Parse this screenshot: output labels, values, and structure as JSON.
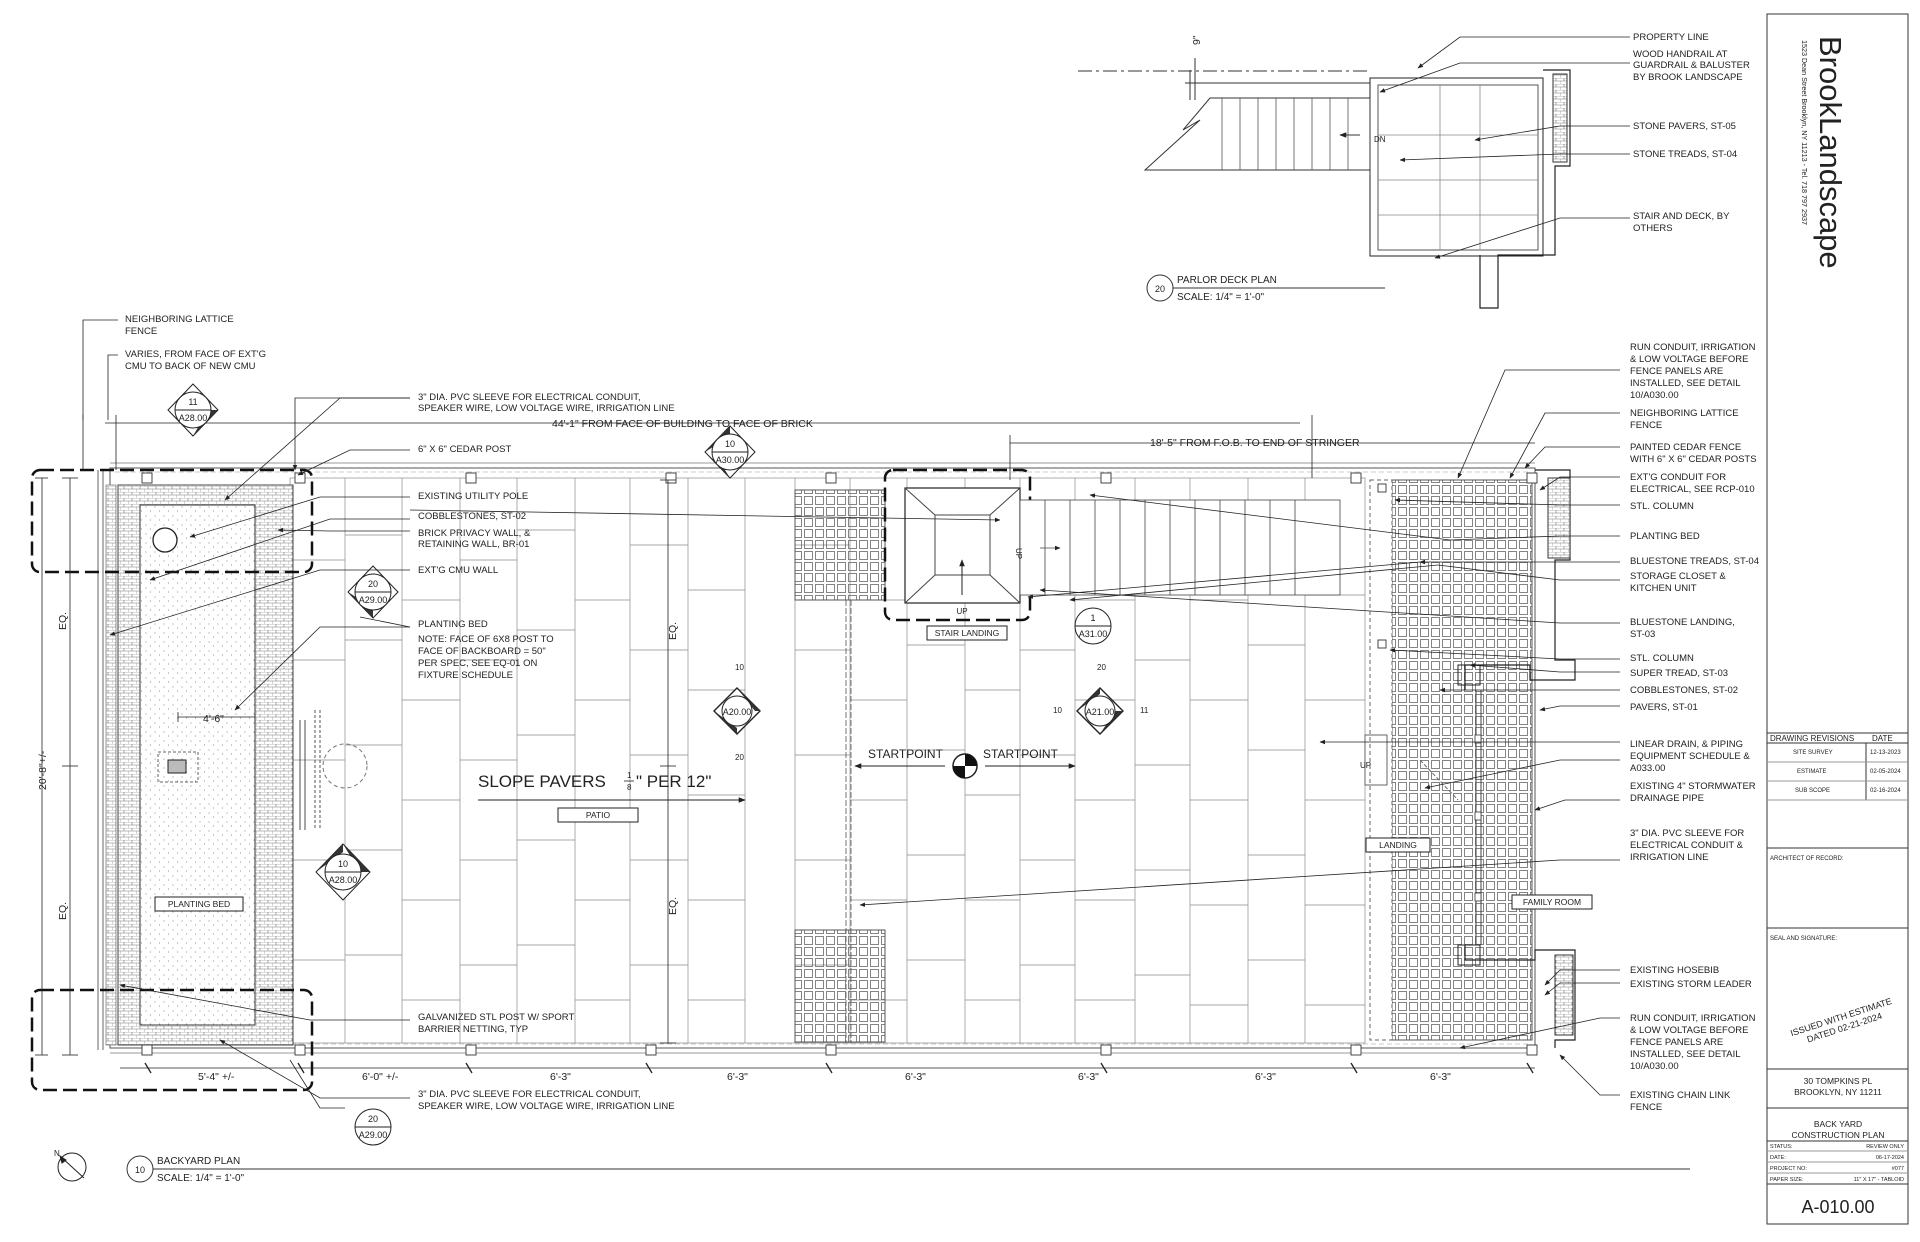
{
  "title_block": {
    "company": "BrookLandscape",
    "address": "1523 Dean Street Brooklyn, NY 11213 - Tel. 718 797 2937",
    "revisions_header": "DRAWING REVISIONS",
    "revisions_date_header": "DATE",
    "revisions": [
      {
        "name": "SITE SURVEY",
        "date": "12-13-2023"
      },
      {
        "name": "ESTIMATE",
        "date": "02-05-2024"
      },
      {
        "name": "SUB SCOPE",
        "date": "02-16-2024"
      }
    ],
    "architect_label": "ARCHITECT OF RECORD:",
    "seal_label": "SEAL AND SIGNATURE:",
    "stamp_line1": "ISSUED WITH ESTIMATE",
    "stamp_line2": "DATED 02-21-2024",
    "project_address_1": "30 TOMPKINS PL",
    "project_address_2": "BROOKLYN, NY 11211",
    "sheet_title_1": "BACK YARD",
    "sheet_title_2": "CONSTRUCTION PLAN",
    "status_label": "STATUS:",
    "status_value": "REVIEW ONLY",
    "date_label": "DATE:",
    "date_value": "06-17-2024",
    "project_no_label": "PROJECT NO:",
    "project_no_value": "#077",
    "paper_size_label": "PAPER SIZE:",
    "paper_size_value": "11\" X 17\" - TABLOID",
    "sheet_number": "A-010.00"
  },
  "parlor": {
    "title": "PARLOR DECK PLAN",
    "scale": "SCALE:  1/4\" = 1'-0\"",
    "number": "20",
    "dim": "9\"",
    "dn": "DN",
    "callouts": [
      "PROPERTY LINE",
      "WOOD HANDRAIL AT",
      "GUARDRAIL & BALUSTER",
      "BY BROOK LANDSCAPE",
      "STONE PAVERS, ST-05",
      "STONE TREADS, ST-04",
      "STAIR AND DECK, BY",
      "OTHERS"
    ]
  },
  "plan": {
    "title": "BACKYARD PLAN",
    "scale": "SCALE:  1/4\" = 1'-0\"",
    "number": "10",
    "slope_main": "SLOPE PAVERS ",
    "slope_frac_num": "1",
    "slope_frac_den": "8",
    "slope_tail": "\" PER 12\"",
    "patio": "PATIO",
    "planting_bed": "PLANTING BED",
    "stair_landing": "STAIR LANDING",
    "landing": "LANDING",
    "family_room": "FAMILY ROOM",
    "startpoint": "STARTPOINT",
    "up": "UP",
    "eq": "EQ.",
    "dim_overall": "44'-1\" FROM FACE OF BUILDING TO FACE OF BRICK",
    "dim_stringer": "18'-5\" FROM F.O.B. TO END OF STRINGER",
    "dim_height": "20'-8\"+/-",
    "dim_bed": "4'-6\"",
    "dims_bottom": [
      "5'-4\" +/-",
      "6'-0\" +/-",
      "6'-3\"",
      "6'-3\"",
      "6'-3\"",
      "6'-3\"",
      "6'-3\"",
      "6'-3\""
    ],
    "left_callouts": [
      "NEIGHBORING LATTICE",
      "FENCE",
      "VARIES, FROM FACE OF EXT'G",
      "CMU TO BACK OF NEW CMU",
      "3\" DIA. PVC SLEEVE FOR ELECTRICAL CONDUIT,",
      "SPEAKER WIRE, LOW VOLTAGE WIRE, IRRIGATION LINE",
      "6\" X 6\" CEDAR POST",
      "EXISTING UTILITY POLE",
      "COBBLESTONES, ST-02",
      "BRICK PRIVACY WALL, &",
      "RETAINING WALL, BR-01",
      "EXT'G CMU WALL",
      "PLANTING BED",
      "NOTE: FACE OF 6X8 POST TO",
      "FACE OF BACKBOARD = 50\"",
      "PER SPEC, SEE EQ-01 ON",
      "FIXTURE SCHEDULE",
      "GALVANIZED STL POST W/ SPORT",
      "BARRIER NETTING, TYP",
      "3\" DIA. PVC SLEEVE FOR ELECTRICAL CONDUIT,",
      "SPEAKER WIRE, LOW VOLTAGE WIRE, IRRIGATION LINE"
    ],
    "right_callouts": [
      "RUN CONDUIT, IRRIGATION",
      "& LOW VOLTAGE BEFORE",
      "FENCE PANELS ARE",
      "INSTALLED, SEE DETAIL",
      "10/A030.00",
      "NEIGHBORING LATTICE",
      "FENCE",
      "PAINTED CEDAR FENCE",
      "WITH 6\" X 6\" CEDAR POSTS",
      "EXT'G CONDUIT FOR",
      "ELECTRICAL, SEE RCP-010",
      "STL. COLUMN",
      "PLANTING BED",
      "BLUESTONE TREADS, ST-04",
      "STORAGE CLOSET &",
      "KITCHEN UNIT",
      "BLUESTONE LANDING,",
      "ST-03",
      "STL. COLUMN",
      "SUPER TREAD, ST-03",
      "COBBLESTONES, ST-02",
      "PAVERS, ST-01",
      "LINEAR DRAIN, & PIPING",
      "EQUIPMENT SCHEDULE &",
      "A033.00",
      "EXISTING 4\" STORMWATER",
      "DRAINAGE PIPE",
      "3\" DIA. PVC SLEEVE FOR",
      "ELECTRICAL CONDUIT &",
      "IRRIGATION LINE",
      "EXISTING HOSEBIB",
      "EXISTING STORM LEADER",
      "RUN CONDUIT, IRRIGATION",
      "& LOW VOLTAGE BEFORE",
      "FENCE PANELS ARE",
      "INSTALLED, SEE DETAIL",
      "10/A030.00",
      "EXISTING CHAIN LINK",
      "FENCE"
    ],
    "section_tags": [
      {
        "num": "11",
        "sheet": "A28.00"
      },
      {
        "num": "10",
        "sheet": "A30.00"
      },
      {
        "num": "20",
        "sheet": "A29.00"
      },
      {
        "num": "1",
        "sheet": "A31.00"
      },
      {
        "num": "10",
        "sheet": "A28.00"
      },
      {
        "num": "20",
        "sheet": "A29.00"
      }
    ],
    "elev_a20": {
      "sheet": "A20.00",
      "top": "10",
      "bottom": "20"
    },
    "elev_a21": {
      "sheet": "A21.00",
      "top": "20",
      "left": "10",
      "right": "11"
    }
  }
}
